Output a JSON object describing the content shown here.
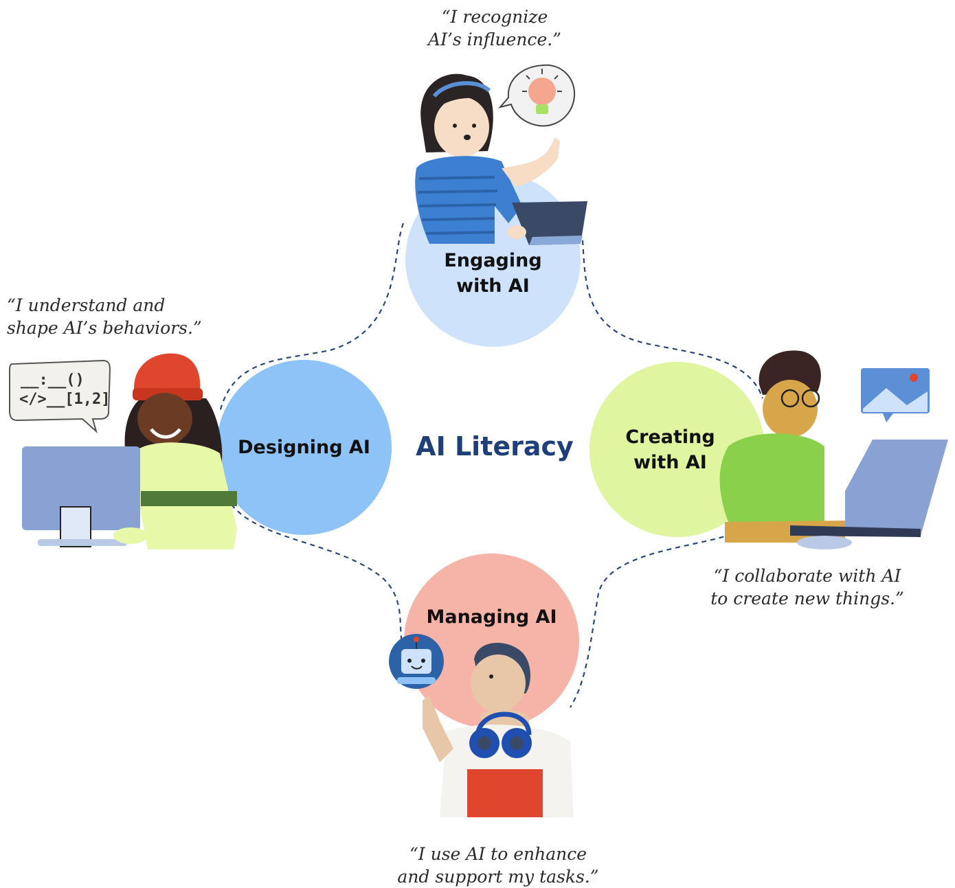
{
  "title": "AI Literacy",
  "colors": {
    "engaging": "#cfe2fb",
    "designing": "#8dc3f7",
    "creating": "#dff5a0",
    "managing": "#f6b3a8",
    "title": "#1e3f7a",
    "connector": "#2a4777"
  },
  "domains": [
    {
      "id": "engaging",
      "label_lines": [
        "Engaging",
        "with AI"
      ],
      "quote_lines": [
        "“I recognize",
        "AI’s influence.”"
      ]
    },
    {
      "id": "designing",
      "label_lines": [
        "Designing AI"
      ],
      "quote_lines": [
        "“I understand and",
        "shape AI’s behaviors.”"
      ]
    },
    {
      "id": "creating",
      "label_lines": [
        "Creating",
        "with AI"
      ],
      "quote_lines": [
        "“I collaborate with AI",
        "to create new things.”"
      ]
    },
    {
      "id": "managing",
      "label_lines": [
        "Managing AI"
      ],
      "quote_lines": [
        "“I use AI to enhance",
        "and support my tasks.”"
      ]
    }
  ],
  "illustrations": {
    "code_bubble_lines": [
      "__:__()",
      "</>__[1,2]"
    ],
    "icons": [
      "lightbulb-icon",
      "code-bubble-icon",
      "image-bubble-icon",
      "robot-icon",
      "headphones-icon"
    ]
  }
}
